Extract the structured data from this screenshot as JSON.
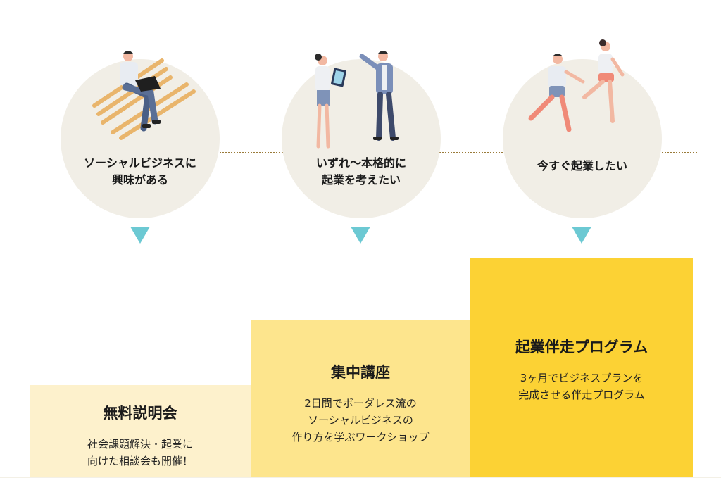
{
  "stages": [
    {
      "label_line1": "ソーシャルビジネスに",
      "label_line2": "興味がある",
      "illustration": "person-on-bench-with-laptop"
    },
    {
      "label_line1": "いずれ〜本格的に",
      "label_line2": "起業を考えたい",
      "illustration": "two-people-discussing"
    },
    {
      "label_line1": "今すぐ起業したい",
      "label_line2": "",
      "illustration": "two-people-running"
    }
  ],
  "steps": [
    {
      "title": "無料説明会",
      "desc_line1": "社会課題解決・起業に",
      "desc_line2": "向けた相談会も開催！",
      "desc_line3": ""
    },
    {
      "title": "集中講座",
      "desc_line1": "2日間でボーダレス流の",
      "desc_line2": "ソーシャルビジネスの",
      "desc_line3": "作り方を学ぶワークショップ"
    },
    {
      "title": "起業伴走プログラム",
      "desc_line1": "3ヶ月でビジネスプランを",
      "desc_line2": "完成させる伴走プログラム",
      "desc_line3": ""
    }
  ],
  "colors": {
    "circle": "#f1eee6",
    "arrow": "#6cc9d3",
    "step1": "#fdf1cc",
    "step2": "#fde58d",
    "step3": "#fcd234",
    "connector": "#9a7b3a"
  }
}
